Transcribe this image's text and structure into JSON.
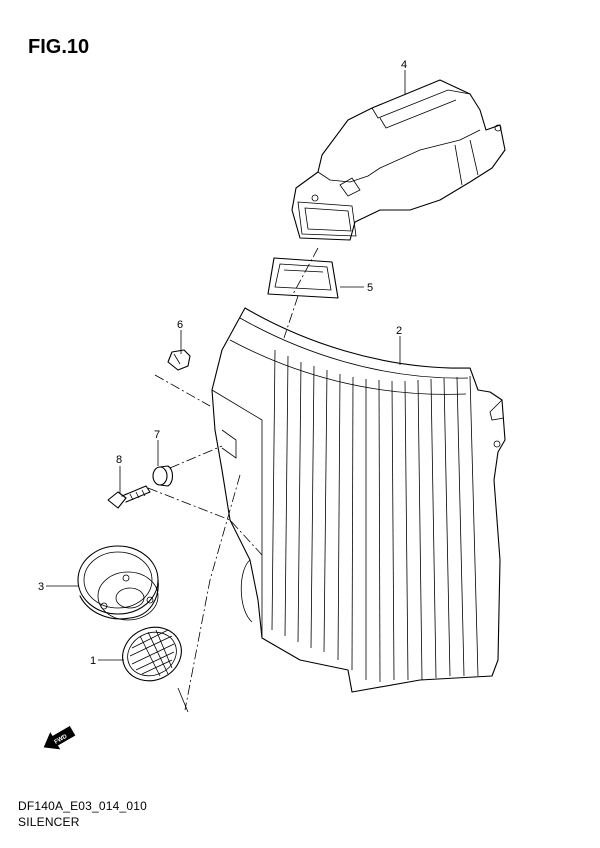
{
  "figure": {
    "title": "FIG.10",
    "model_code": "DF140A_E03_014_010",
    "part_name": "SILENCER"
  },
  "callouts": [
    "1",
    "2",
    "3",
    "4",
    "5",
    "6",
    "7",
    "8"
  ],
  "fwd_label": "FWD"
}
